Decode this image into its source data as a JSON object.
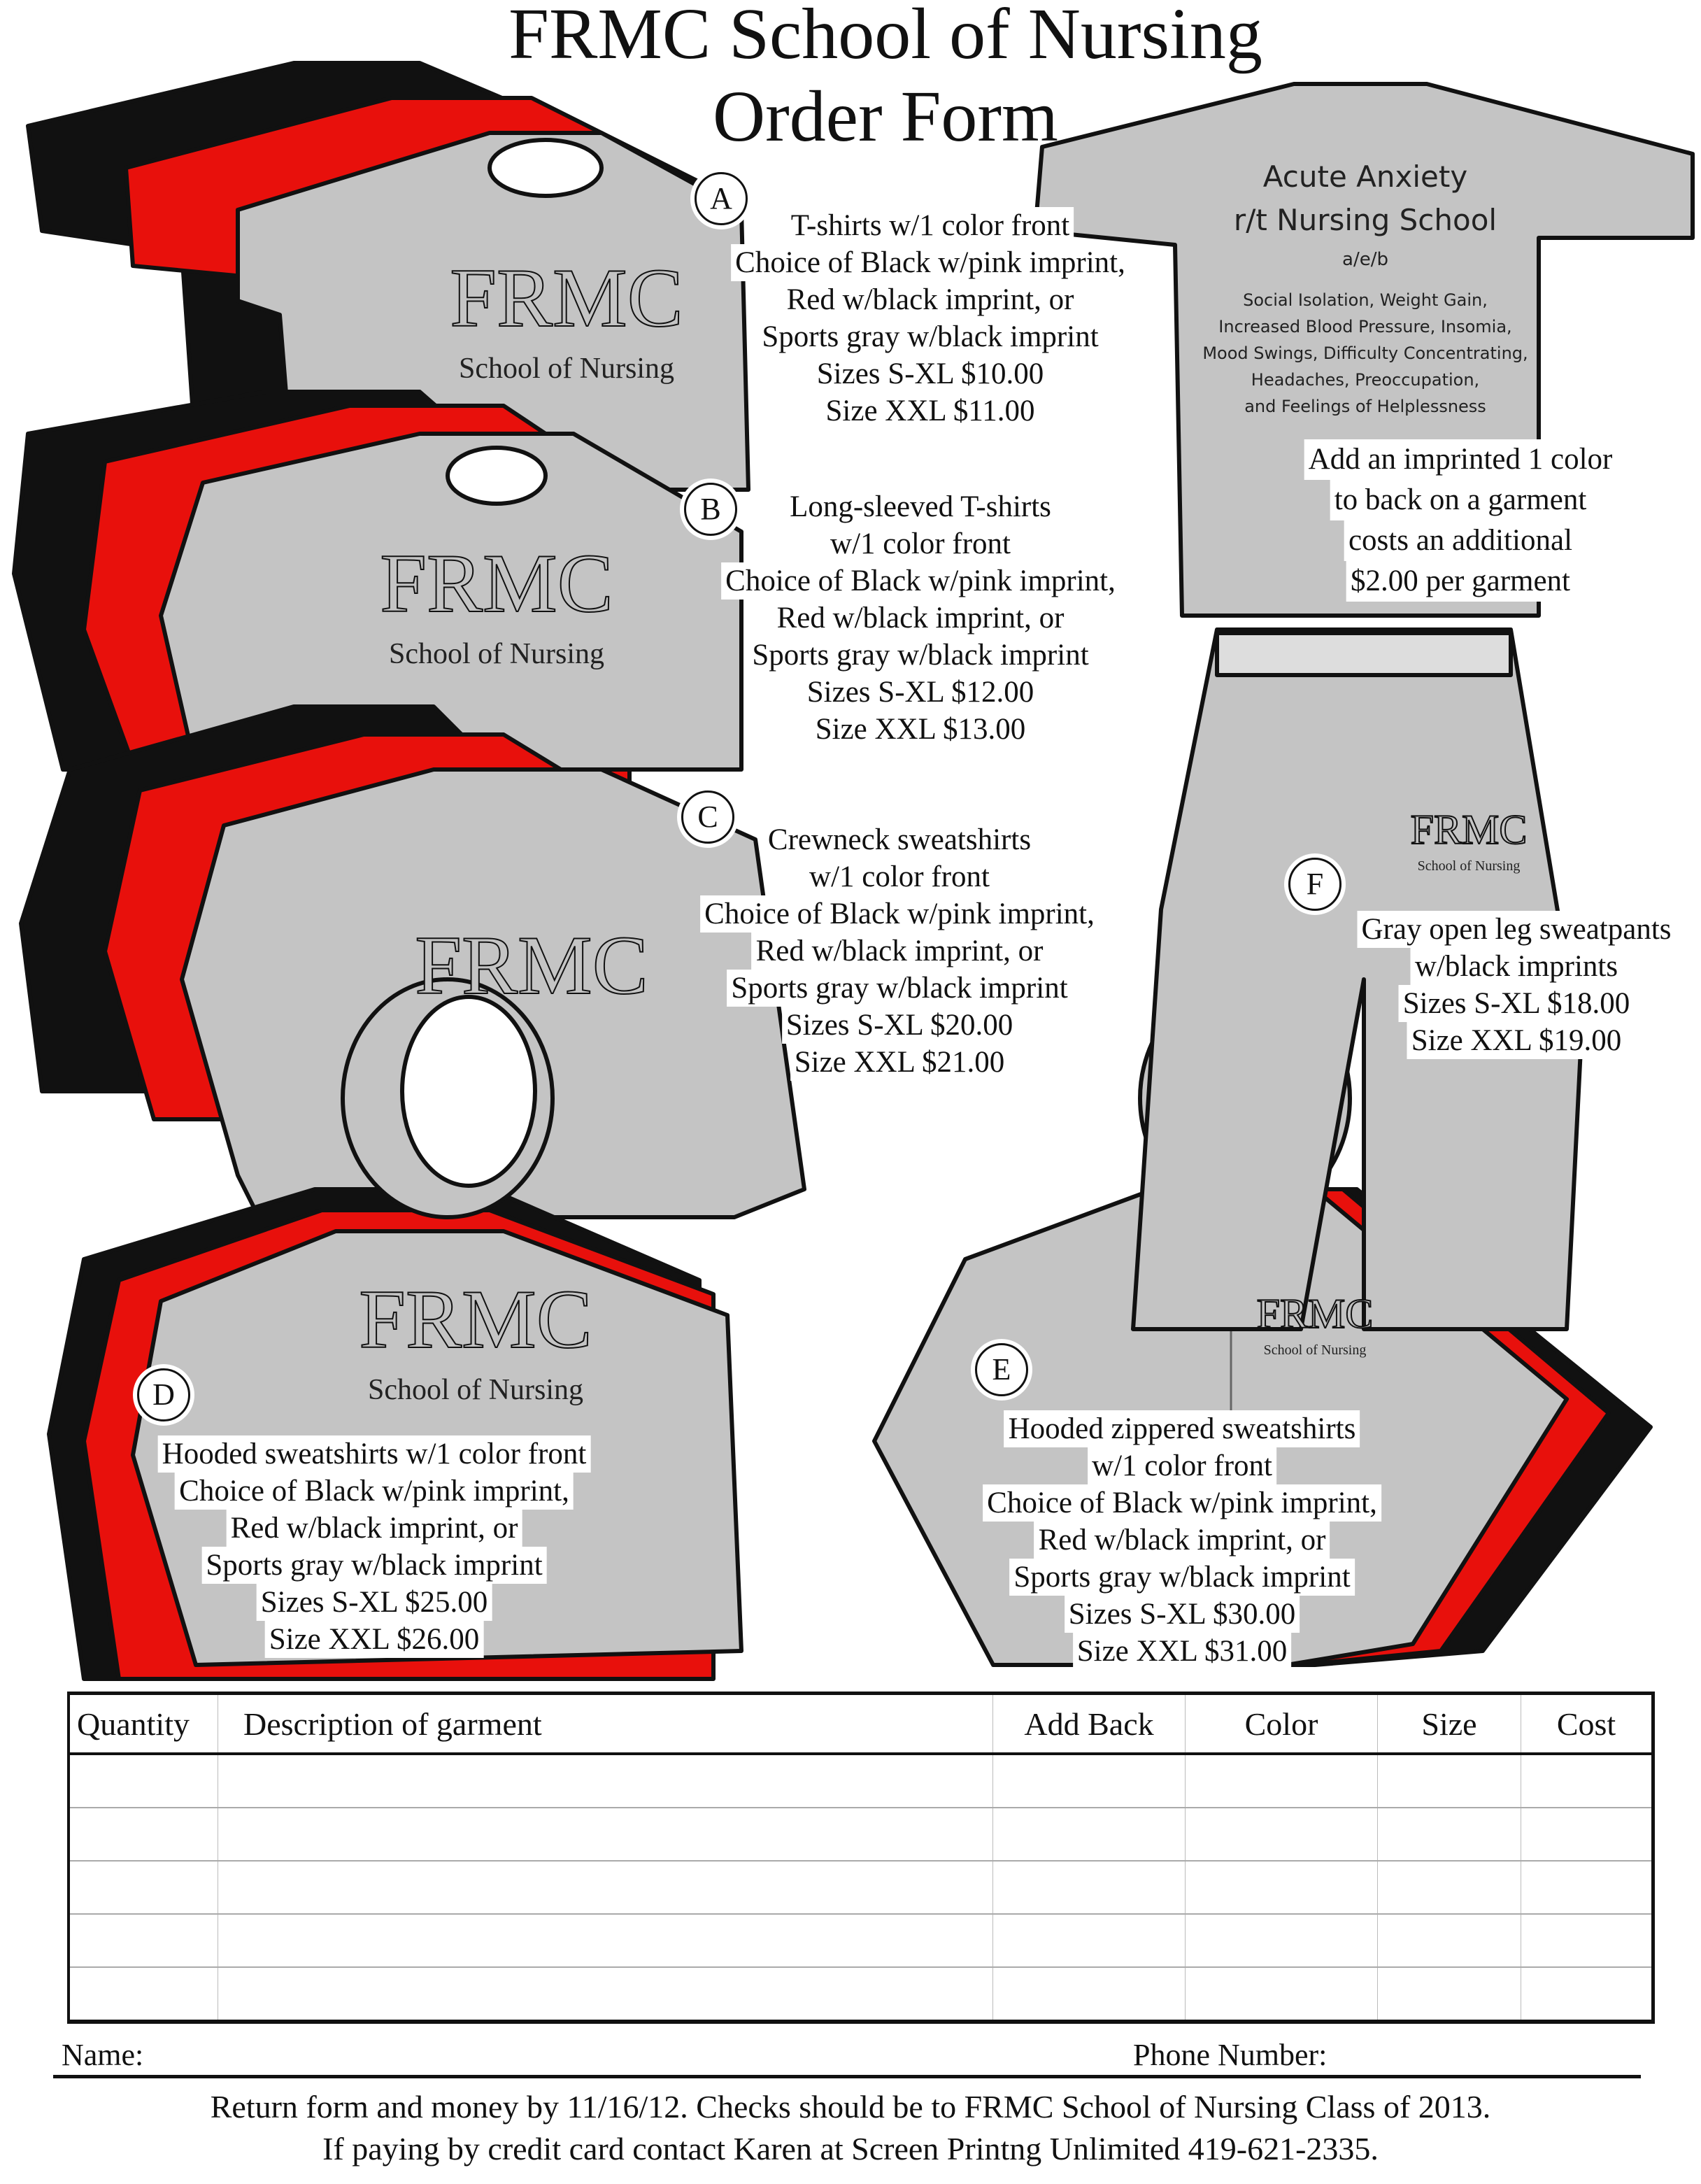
{
  "title": {
    "line1": "FRMC School of Nursing",
    "line2": "Order Form"
  },
  "logo": {
    "main": "FRMC",
    "sub": "School of Nursing"
  },
  "colors": {
    "black": "#111111",
    "red": "#e8100c",
    "gray": "#bdbdbd"
  },
  "items": [
    {
      "letter": "A",
      "lines": [
        "T-shirts w/1 color front",
        "Choice of Black w/pink imprint,",
        "Red w/black imprint, or",
        "Sports gray w/black imprint",
        "Sizes S-XL  $10.00",
        "Size XXL   $11.00"
      ]
    },
    {
      "letter": "B",
      "lines": [
        "Long-sleeved T-shirts",
        "w/1 color front",
        "Choice of Black w/pink imprint,",
        "Red w/black imprint, or",
        "Sports gray w/black imprint",
        "Sizes S-XL  $12.00",
        "Size XXL   $13.00"
      ]
    },
    {
      "letter": "C",
      "lines": [
        "Crewneck sweatshirts",
        "w/1 color front",
        "Choice of Black w/pink imprint,",
        "Red w/black imprint, or",
        "Sports gray w/black imprint",
        "Sizes S-XL  $20.00",
        "Size XXL   $21.00"
      ]
    },
    {
      "letter": "D",
      "lines": [
        "Hooded sweatshirts w/1 color front",
        "Choice of Black w/pink imprint,",
        "Red w/black imprint, or",
        "Sports gray w/black imprint",
        "Sizes S-XL  $25.00",
        "Size XXL  $26.00"
      ]
    },
    {
      "letter": "E",
      "lines": [
        "Hooded zippered sweatshirts",
        "w/1 color front",
        "Choice of Black w/pink imprint,",
        "Red w/black imprint, or",
        "Sports gray w/black imprint",
        "Sizes S-XL  $30.00",
        "Size XXL  $31.00"
      ]
    },
    {
      "letter": "F",
      "lines": [
        "Gray open leg sweatpants",
        "w/black imprints",
        "Sizes S-XL  $18.00",
        "Size XXL   $19.00"
      ]
    }
  ],
  "back_print": {
    "heading1": "Acute Anxiety",
    "heading2": "r/t Nursing School",
    "aeb": "a/e/b",
    "lines": [
      "Social Isolation, Weight Gain,",
      "Increased Blood Pressure, Insomia,",
      "Mood Swings, Difficulty Concentrating,",
      "Headaches, Preoccupation,",
      "and Feelings of Helplessness"
    ]
  },
  "add_back": [
    "Add an  imprinted 1 color",
    "to back on a garment",
    "costs an additional",
    "$2.00 per garment"
  ],
  "table": {
    "headers": [
      "Quantity",
      "Description of garment",
      "Add Back",
      "Color",
      "Size",
      "Cost"
    ],
    "row_count": 5
  },
  "fields": {
    "name": "Name:",
    "phone": "Phone Number:"
  },
  "footer": [
    "Return form and money by 11/16/12.  Checks should be to FRMC School of Nursing Class of 2013.",
    "If paying by credit card contact Karen at Screen Printng Unlimited 419-621-2335."
  ]
}
